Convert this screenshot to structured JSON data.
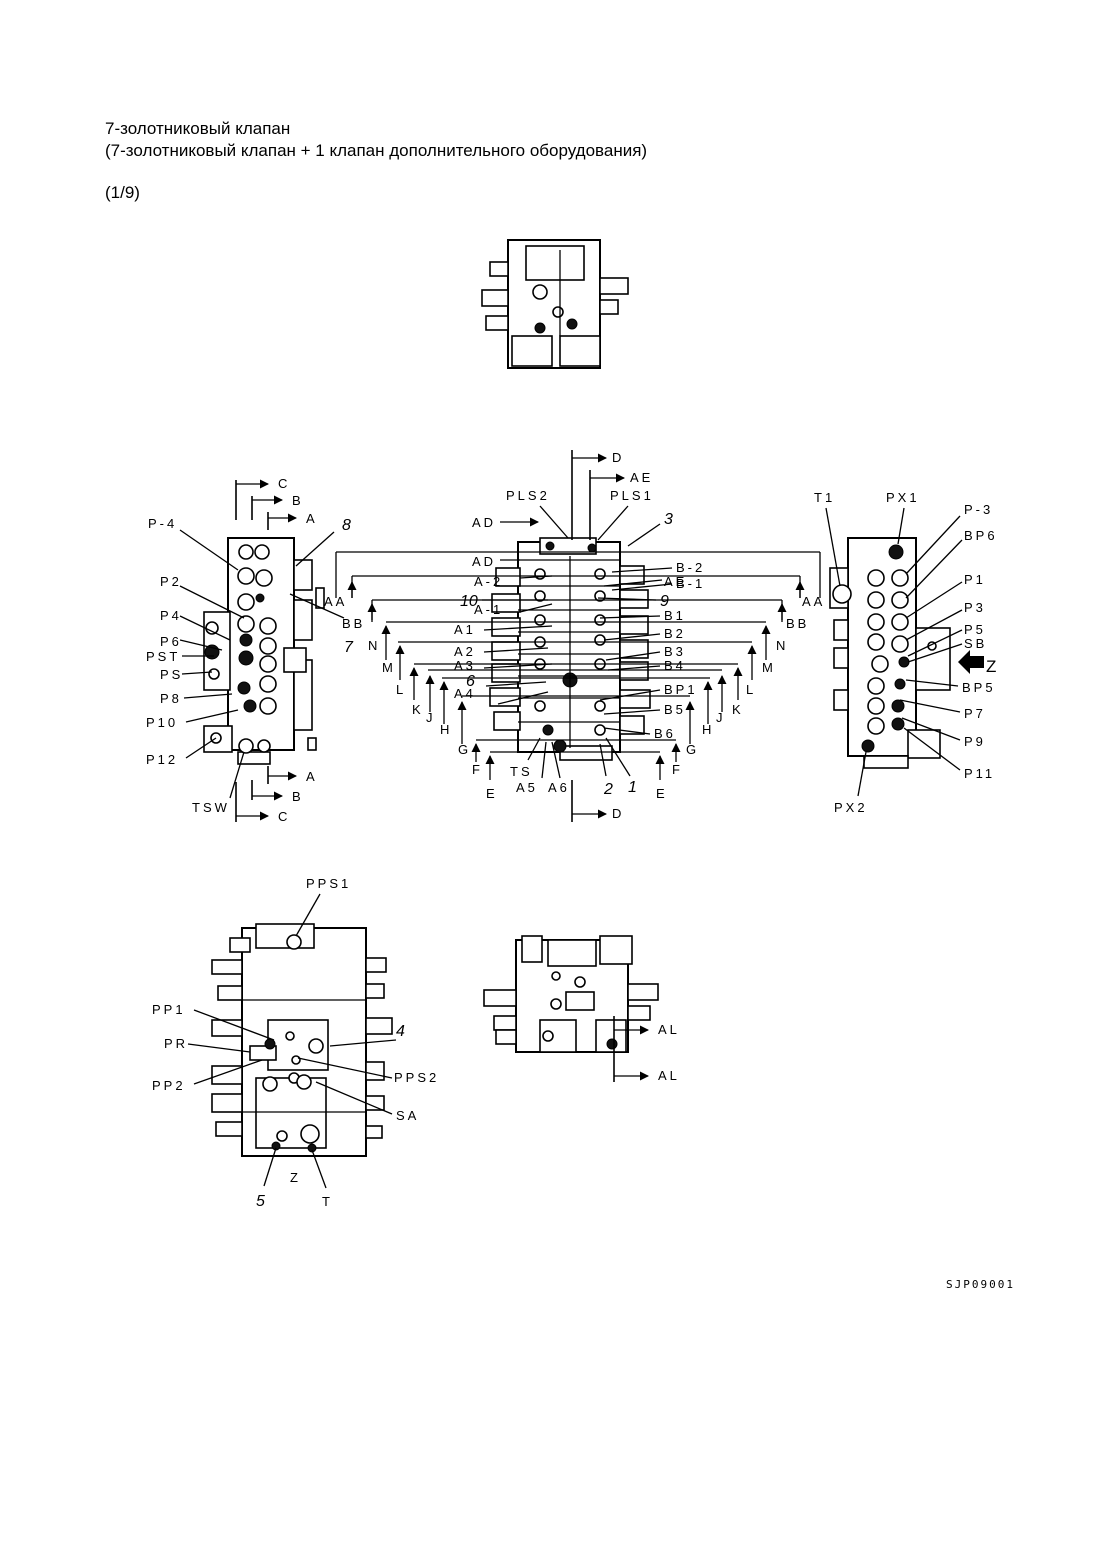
{
  "header": {
    "title_line1": "7-золотниковый клапан",
    "title_line2": "(7-золотниковый клапан + 1 клапан дополнительного оборудования)",
    "page": "(1/9)"
  },
  "drawing_code": "SJP09001",
  "labels": {
    "left_view": {
      "P-4": "P-4",
      "P2": "P2",
      "P4": "P4",
      "P6": "P6",
      "PST": "PST",
      "PS": "PS",
      "P8": "P8",
      "P10": "P10",
      "P12": "P12",
      "TSW": "TSW",
      "n8": "8",
      "n7": "7"
    },
    "front_view": {
      "PLS2": "PLS2",
      "PLS1": "PLS1",
      "AD_top": "AD",
      "AD": "AD",
      "AE": "AE",
      "A-2": "A-2",
      "A-1": "A-1",
      "A1": "A1",
      "A2": "A2",
      "A3": "A3",
      "A4": "A4",
      "B-2": "B-2",
      "B-1": "B-1",
      "B1": "B1",
      "B2": "B2",
      "B3": "B3",
      "B4": "B4",
      "BP1": "BP1",
      "B5": "B5",
      "B6": "B6",
      "TS": "TS",
      "A5": "A5",
      "A6": "A6",
      "n3": "3",
      "n10": "10",
      "n9": "9",
      "n6": "6",
      "n2": "2",
      "n1": "1"
    },
    "right_view": {
      "T1": "T1",
      "PX1": "PX1",
      "P-3": "P-3",
      "BP6": "BP6",
      "P1": "P1",
      "P3": "P3",
      "P5": "P5",
      "SB": "SB",
      "BP5": "BP5",
      "P7": "P7",
      "P9": "P9",
      "P11": "P11",
      "PX2": "PX2",
      "Z": "Z"
    },
    "bottom_view": {
      "PPS1": "PPS1",
      "PP1": "PP1",
      "PR": "PR",
      "PP2": "PP2",
      "PPS2": "PPS2",
      "SA": "SA",
      "Z": "Z",
      "T": "T",
      "n4": "4",
      "n5": "5"
    },
    "rear_view": {
      "AL_top": "AL",
      "AL_bottom": "AL"
    },
    "sections": {
      "A": "A",
      "B": "B",
      "C": "C",
      "D": "D",
      "AA": "AA",
      "BB": "BB",
      "N": "N",
      "M": "M",
      "L": "L",
      "K": "K",
      "J": "J",
      "H": "H",
      "G": "G",
      "F": "F",
      "E": "E"
    }
  }
}
